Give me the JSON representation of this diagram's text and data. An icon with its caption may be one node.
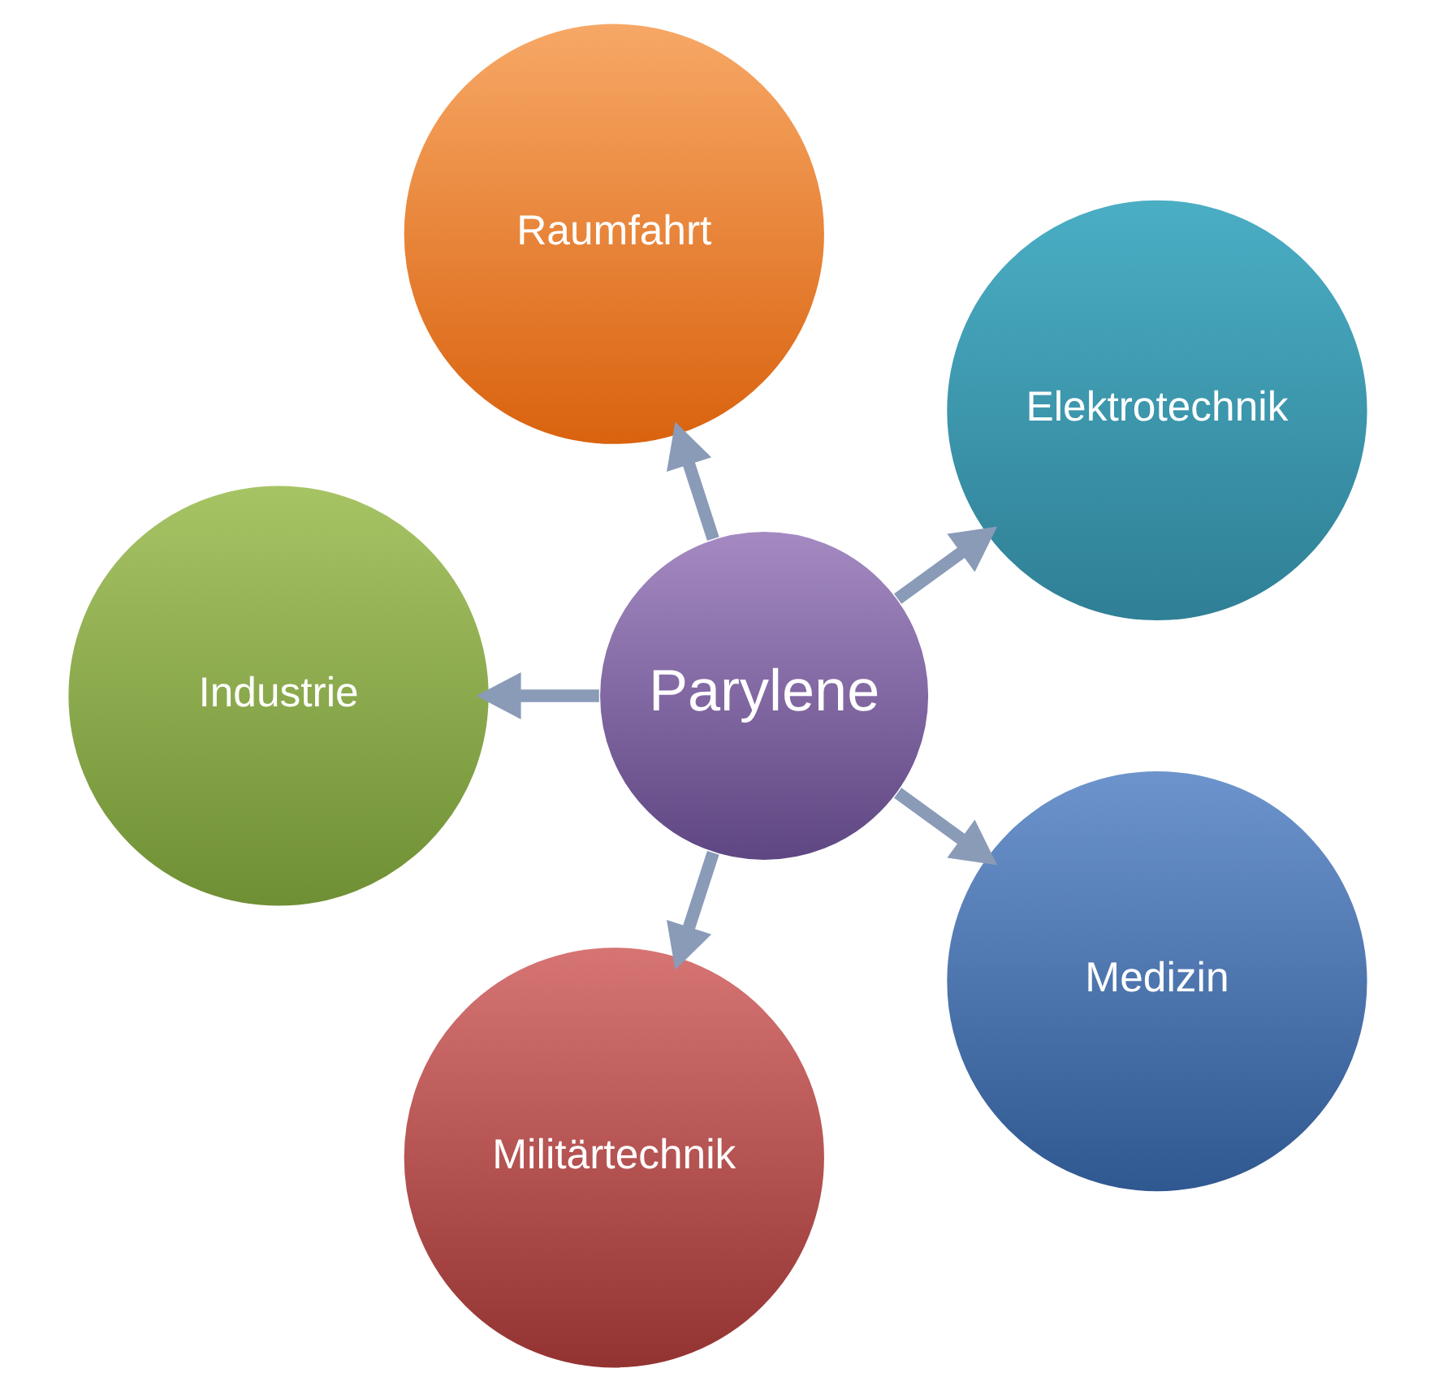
{
  "diagram": {
    "nodes": [
      {
        "text": [
          "Elektrotechnik"
        ]
      },
      {
        "text": [
          "Raumfahrt"
        ]
      },
      {
        "text": [
          "Industrie"
        ]
      },
      {
        "text": [
          "Parylene"
        ]
      },
      {
        "text": [
          "Militärtechnik"
        ]
      },
      {
        "text": [
          "Medizin"
        ]
      }
    ],
    "edges": [
      {
        "from": 3,
        "to": 0,
        "arrow": "to"
      },
      {
        "from": 3,
        "to": 2,
        "arrow": "to"
      },
      {
        "from": 3,
        "to": 5,
        "arrow": "to"
      },
      {
        "from": 3,
        "to": 4,
        "arrow": "to"
      },
      {
        "from": 3,
        "to": 1,
        "arrow": "to"
      }
    ]
  }
}
